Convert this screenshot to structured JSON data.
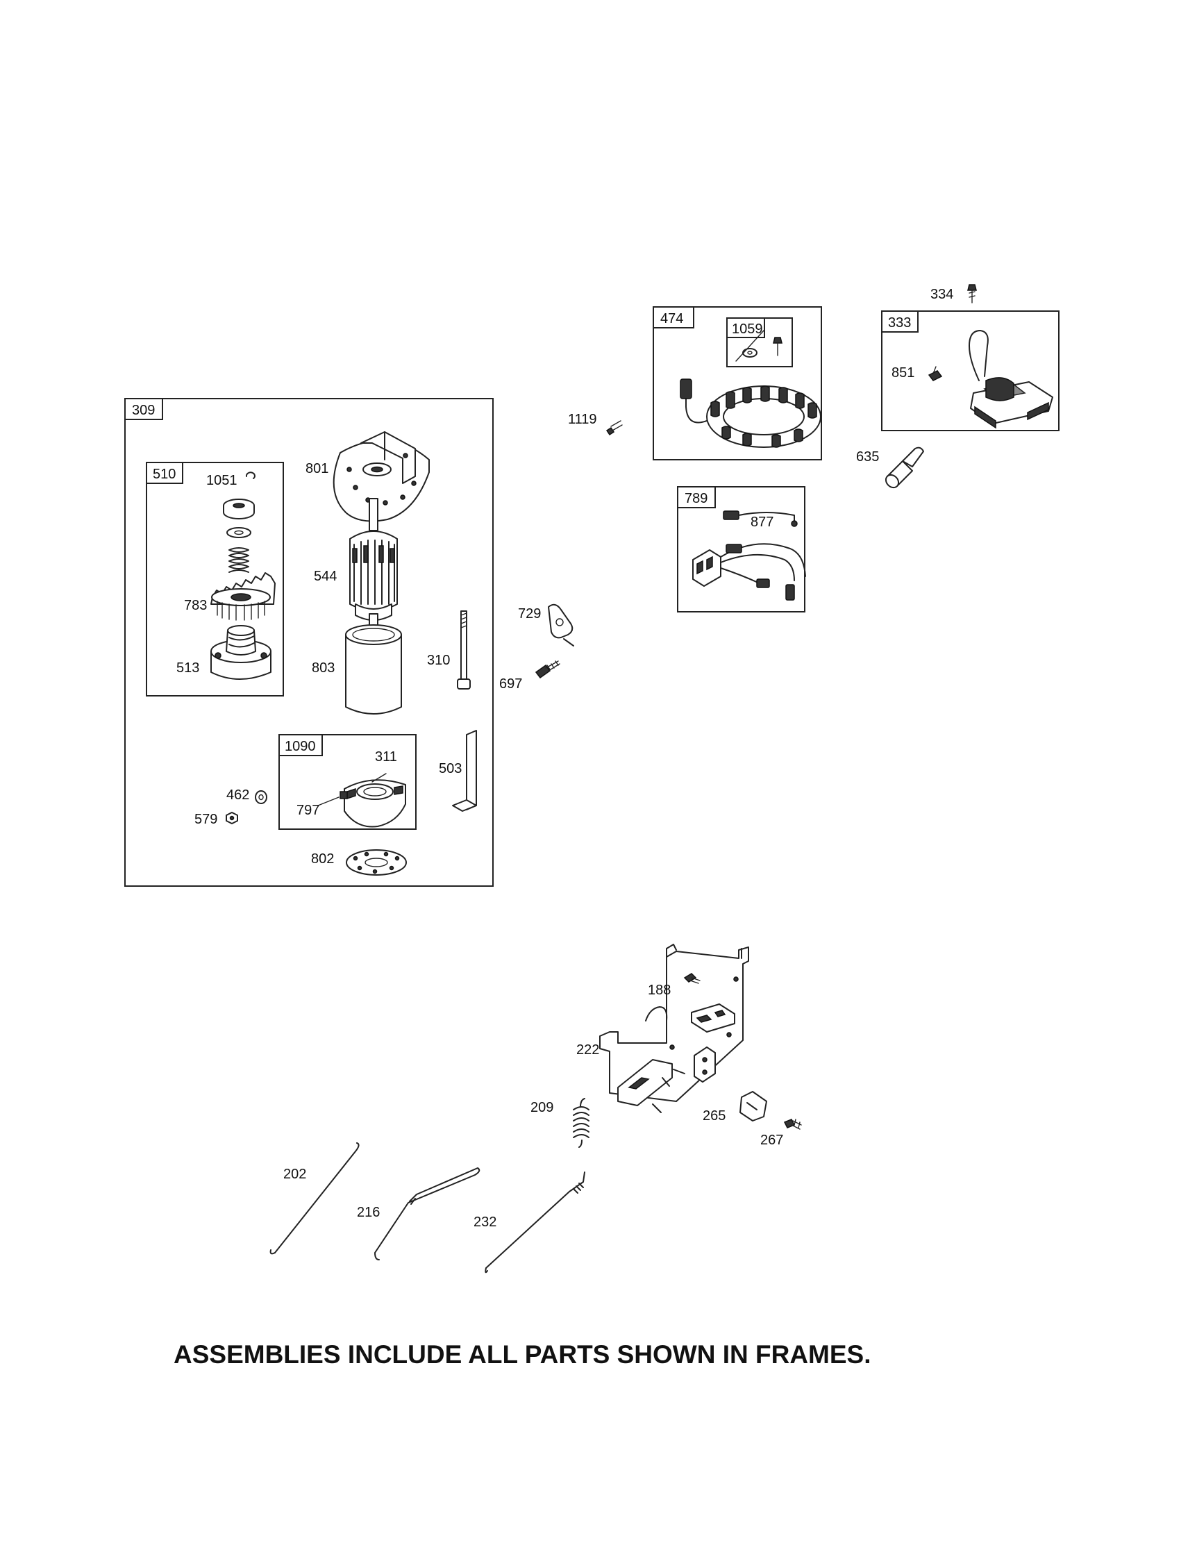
{
  "assemblies": {
    "starter": "309",
    "drive": "510",
    "brush": "1090",
    "alternator": "474",
    "alternator_hardware": "1059",
    "harness": "789",
    "ignition": "333"
  },
  "labels": {
    "p1051": "1051",
    "p783": "783",
    "p513": "513",
    "p801": "801",
    "p544": "544",
    "p803": "803",
    "p310": "310",
    "p311": "311",
    "p797": "797",
    "p462": "462",
    "p579": "579",
    "p503": "503",
    "p802": "802",
    "p729": "729",
    "p697": "697",
    "p1119": "1119",
    "p877": "877",
    "p334": "334",
    "p851": "851",
    "p635": "635",
    "p188": "188",
    "p222": "222",
    "p209": "209",
    "p265": "265",
    "p267": "267",
    "p202": "202",
    "p216": "216",
    "p232": "232"
  },
  "footer": "ASSEMBLIES INCLUDE ALL PARTS SHOWN IN FRAMES."
}
